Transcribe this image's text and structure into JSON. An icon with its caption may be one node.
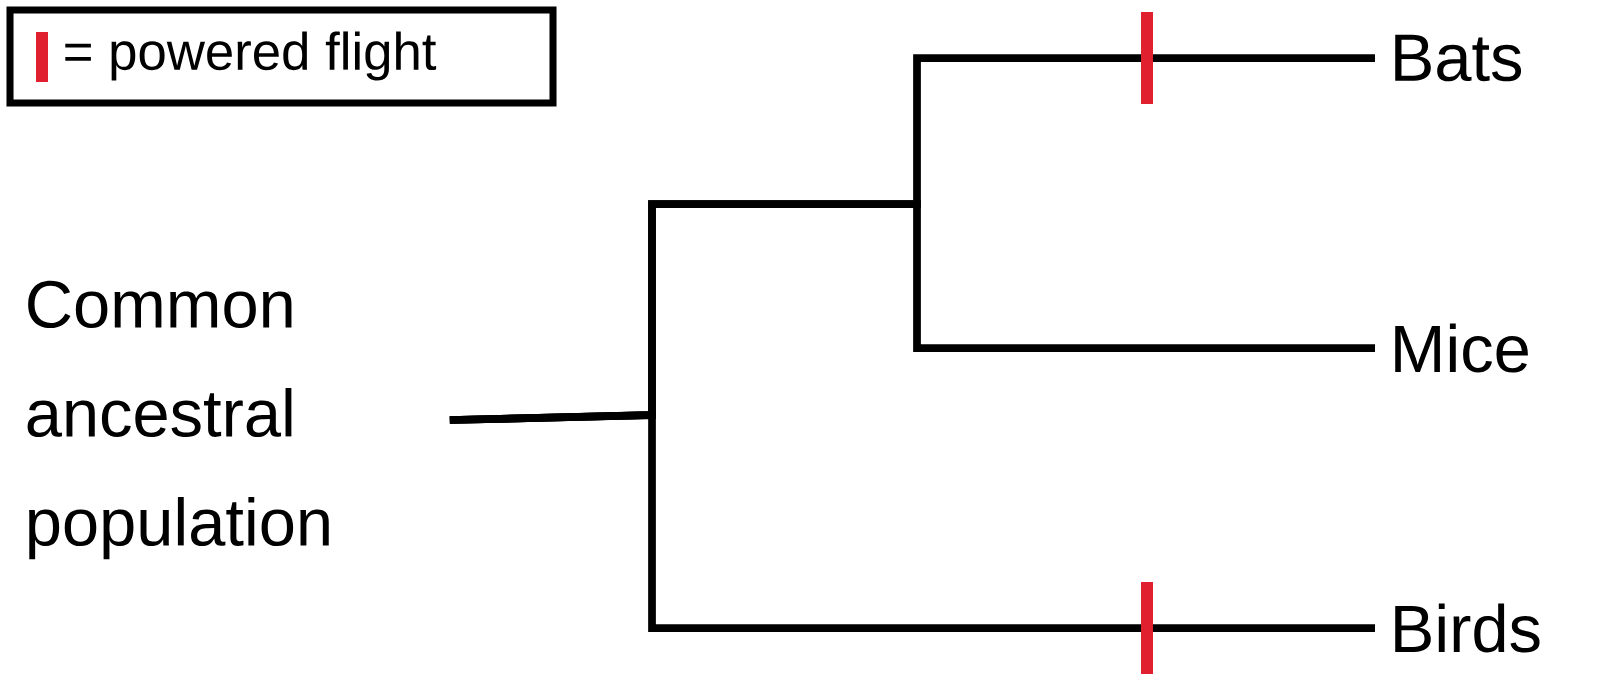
{
  "diagram": {
    "nodes": [
      {
        "text": [
          "Common ancestral population"
        ]
      },
      {
        "text": [
          "Bats"
        ]
      },
      {
        "text": [
          "Mice"
        ]
      },
      {
        "text": [
          "Birds"
        ]
      }
    ],
    "edges": [
      {
        "from": 0,
        "to": 1,
        "arrow": "none"
      },
      {
        "from": 0,
        "to": 2,
        "arrow": "none"
      },
      {
        "from": 0,
        "to": 3,
        "arrow": "none"
      }
    ],
    "legend": [
      {
        "text": "= powered flight",
        "color": "#e0202f"
      }
    ]
  }
}
